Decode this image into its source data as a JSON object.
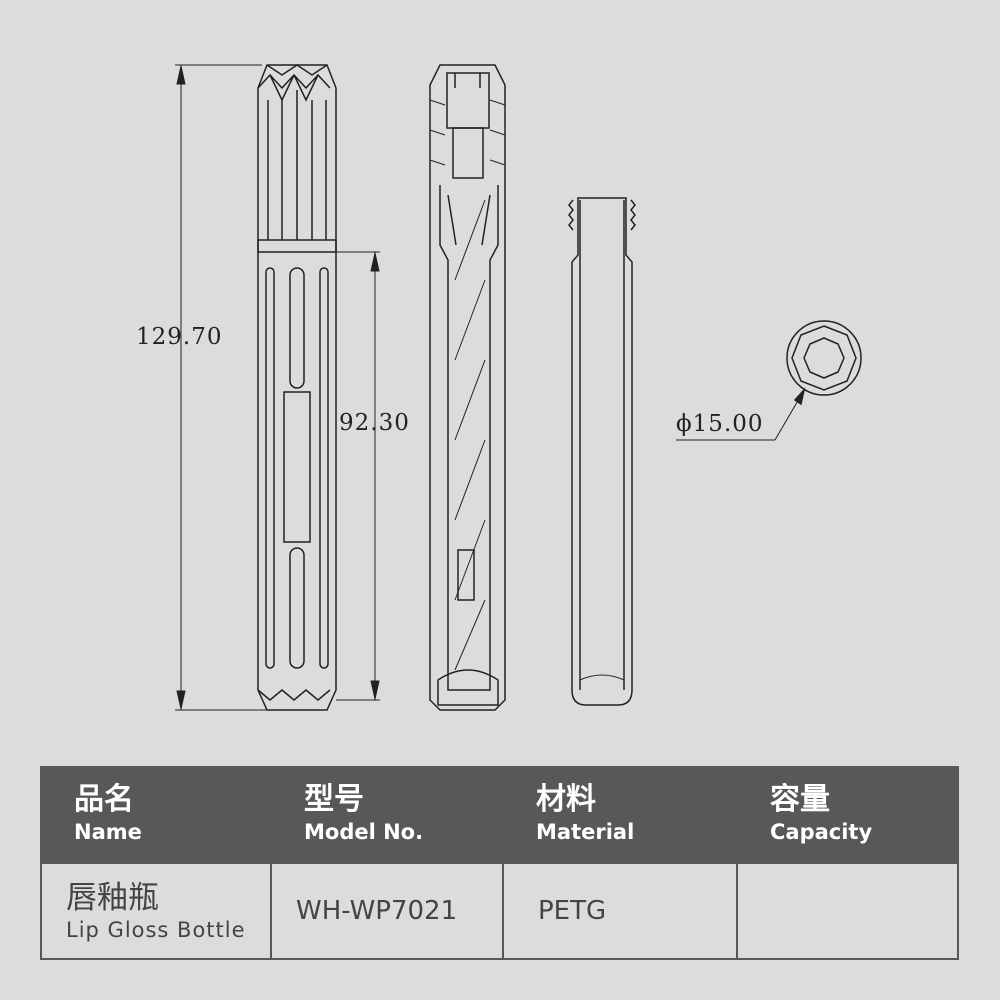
{
  "dimensions": {
    "overall_height": "129.70",
    "body_height": "92.30",
    "diameter": "ϕ15.00"
  },
  "table": {
    "headers": [
      {
        "zh": "品名",
        "en": "Name"
      },
      {
        "zh": "型号",
        "en": "Model No."
      },
      {
        "zh": "材料",
        "en": "Material"
      },
      {
        "zh": "容量",
        "en": "Capacity"
      }
    ],
    "row": {
      "name_zh": "唇釉瓶",
      "name_en": "Lip Gloss Bottle",
      "model": "WH-WP7021",
      "material": "PETG",
      "capacity": ""
    }
  }
}
